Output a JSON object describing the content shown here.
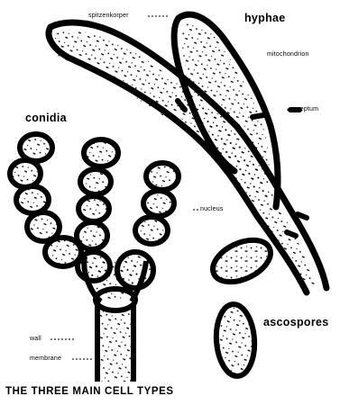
{
  "figure": {
    "caption": "THE THREE MAIN CELL TYPES",
    "labels": {
      "spitzenkoerper": "spitzenkorper",
      "hyphae": "hyphae",
      "mitochondrion": "mitochondrion",
      "septum": "septum",
      "conidia": "conidia",
      "nucleus": "nucleus",
      "ascospores": "ascospores",
      "wall": "wall",
      "membrane": "membrane"
    }
  },
  "colors": {
    "ink": "#000000",
    "background": "#ffffff"
  }
}
